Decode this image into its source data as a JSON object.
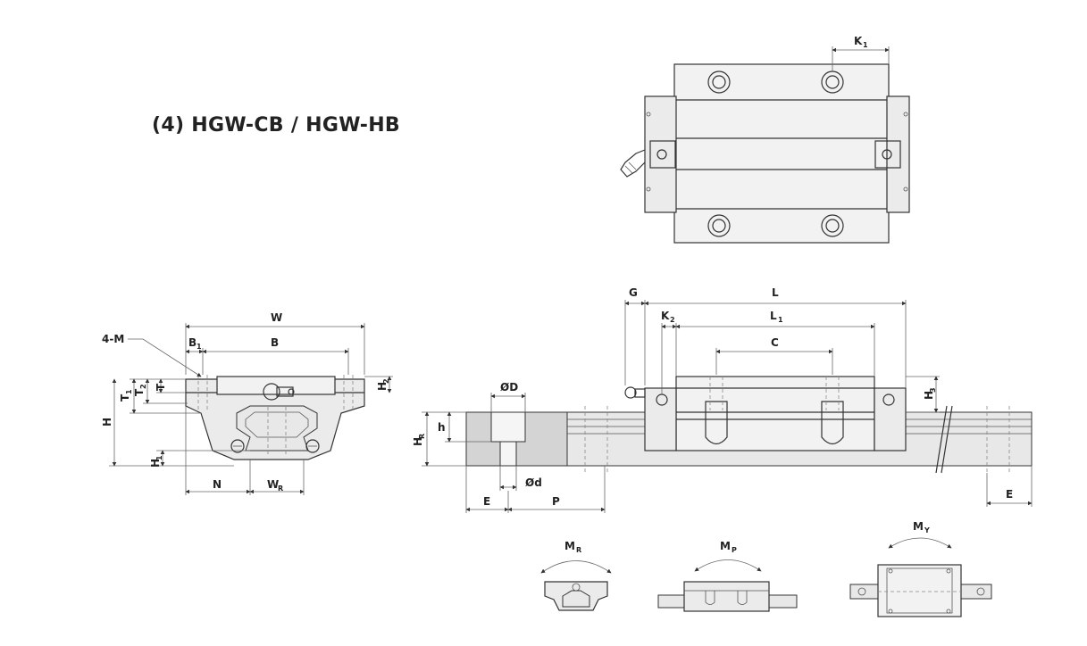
{
  "title": "(4) HGW-CB / HGW-HB",
  "top_view": {
    "labels": {
      "k1": "K",
      "k1_sub": "1"
    }
  },
  "front_view": {
    "labels": {
      "w": "W",
      "b1": "B",
      "b1_sub": "1",
      "b": "B",
      "m": "4-M",
      "t1": "T",
      "t1_sub": "1",
      "t2": "T",
      "t2_sub": "2",
      "t": "T",
      "h": "H",
      "h2": "H",
      "h2_sub": "2",
      "h1": "H",
      "h1_sub": "1",
      "n": "N",
      "wr": "W",
      "wr_sub": "R"
    }
  },
  "side_view": {
    "labels": {
      "g": "G",
      "l": "L",
      "k2": "K",
      "k2_sub": "2",
      "l1": "L",
      "l1_sub": "1",
      "c": "C",
      "h3": "H",
      "h3_sub": "3",
      "od": "ØD",
      "hr": "H",
      "hr_sub": "R",
      "h_small": "h",
      "d_small": "Ød",
      "e_left": "E",
      "p": "P",
      "e_right": "E"
    }
  },
  "moments": {
    "mr": "M",
    "mr_sub": "R",
    "mp": "M",
    "mp_sub": "P",
    "my": "M",
    "my_sub": "Y"
  }
}
